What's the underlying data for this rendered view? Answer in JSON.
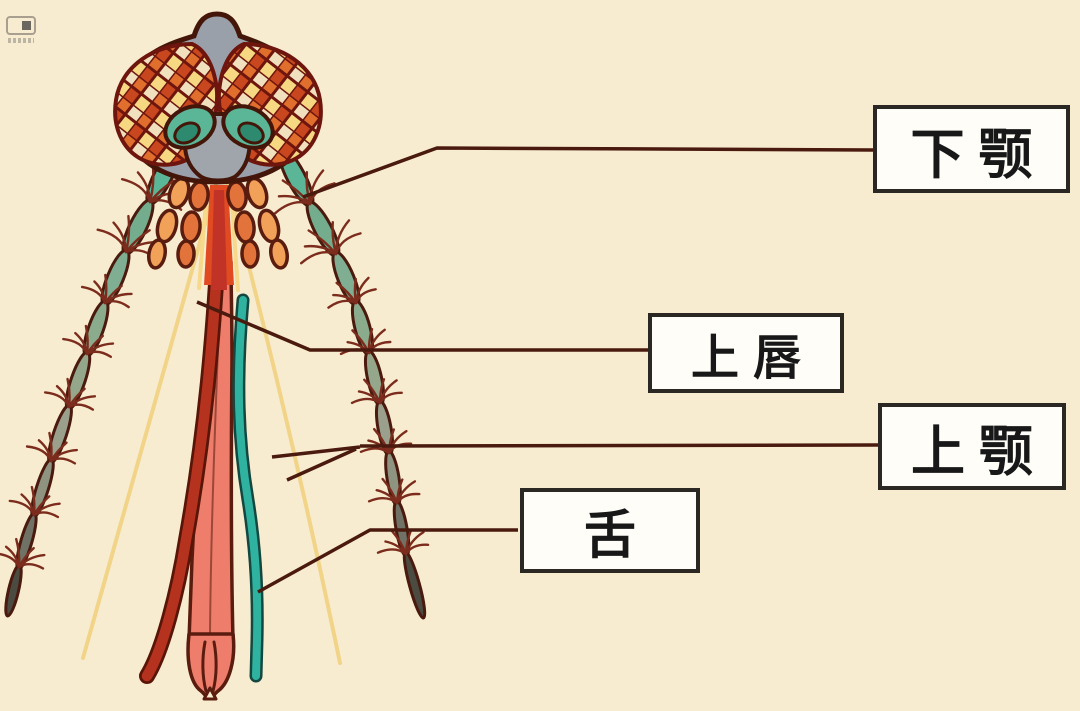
{
  "labels": {
    "maxilla": "下颚",
    "labrum": "上唇",
    "mandible": "上颚",
    "tongue": "舌"
  },
  "colors": {
    "background": "#f8ecd0",
    "outline_dark": "#4a1a0e",
    "head_gray": "#9aa0a9",
    "eye_grid": "#6e150e",
    "eye_orange": "#e06e2d",
    "eye_yellow": "#f6d882",
    "eye_cream": "#f0e0bd",
    "eye_red": "#c8471f",
    "antenna_teal": "#5bb697",
    "socket_inner_teal": "#2d8a6e",
    "hair_brown": "#7c2c1c",
    "palp_light_orange": "#f2a158",
    "palp_dark_orange": "#e2733b",
    "labrum_red": "#b5321f",
    "labium_salmon": "#ee7e6b",
    "hypopharynx_teal": "#2fb3a0",
    "mandible_yellow": "#f2d488",
    "flame_orange": "#e04b22",
    "pointer_line": "#4a1a0e",
    "box_background": "#fffdf8",
    "box_border": "#2b2823",
    "label_text": "#181818"
  }
}
